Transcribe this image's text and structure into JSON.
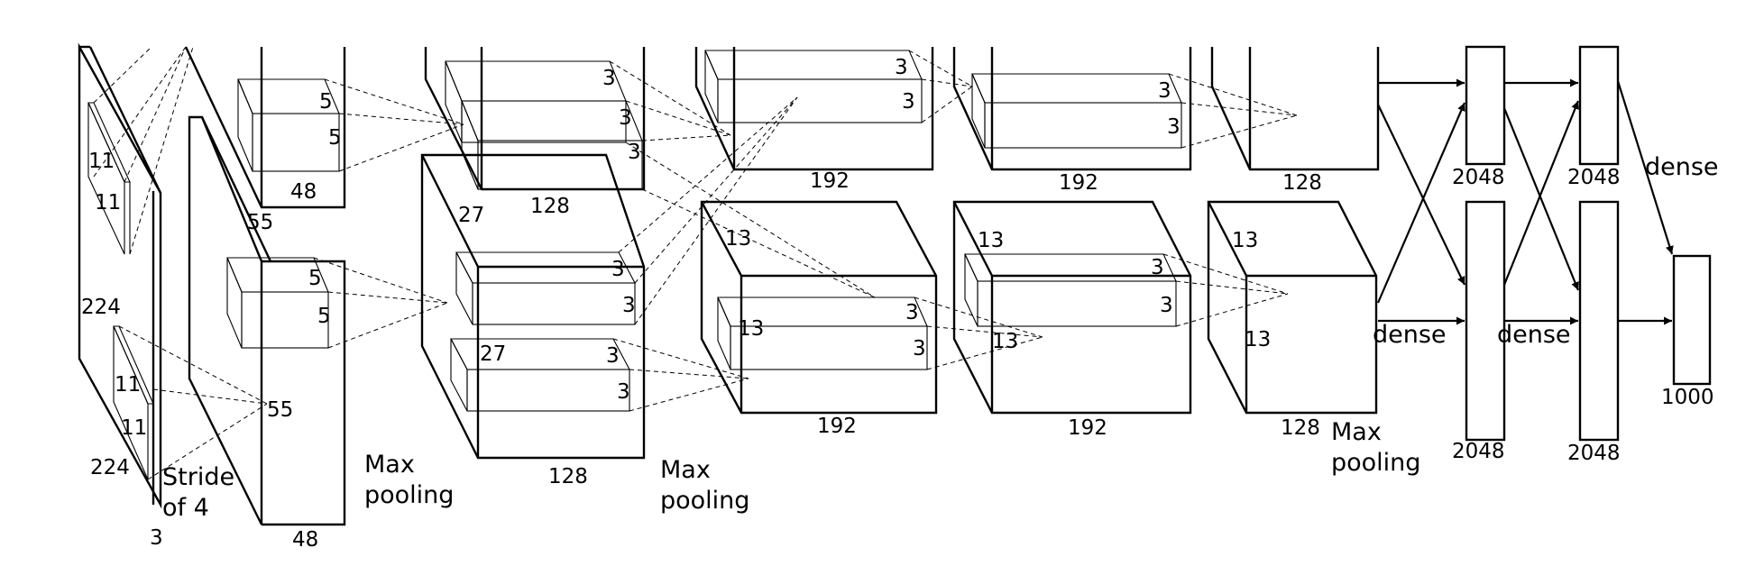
{
  "labels": {
    "k11a": "11",
    "k11b": "11",
    "k11c": "11",
    "k11d": "11",
    "in224a": "224",
    "in224b": "224",
    "in3": "3",
    "stride": "Stride",
    "of4": "of 4",
    "l1_55a": "55",
    "l1_55b": "55",
    "l1_48a": "48",
    "l1_48b": "48",
    "k5a": "5",
    "k5b": "5",
    "k5c": "5",
    "k5d": "5",
    "maxpool1a": "Max",
    "maxpool1b": "pooling",
    "l2_27a": "27",
    "l2_27b": "27",
    "l2_128a": "128",
    "l2_128b": "128",
    "k3_l2a": "3",
    "k3_l2b": "3",
    "k3_l2c": "3",
    "k3_l2d": "3",
    "k3_l2e": "3",
    "k3_l2f": "3",
    "k3_l2g": "3",
    "maxpool2a": "Max",
    "maxpool2b": "pooling",
    "l3_13a": "13",
    "l3_13b": "13",
    "l3_192a": "192",
    "l3_192b": "192",
    "k3_l3a": "3",
    "k3_l3b": "3",
    "k3_l3c": "3",
    "k3_l3d": "3",
    "l4_13a": "13",
    "l4_13b": "13",
    "l4_192a": "192",
    "l4_192b": "192",
    "k3_l4a": "3",
    "k3_l4b": "3",
    "k3_l4c": "3",
    "k3_l4d": "3",
    "l5_13a": "13",
    "l5_13b": "13",
    "l5_128a": "128",
    "l5_128b": "128",
    "maxpool3a": "Max",
    "maxpool3b": "pooling",
    "dense1": "dense",
    "dense2": "dense",
    "dense3": "dense",
    "fc2048a": "2048",
    "fc2048b": "2048",
    "fc2048c": "2048",
    "fc2048d": "2048",
    "out1000": "1000"
  }
}
